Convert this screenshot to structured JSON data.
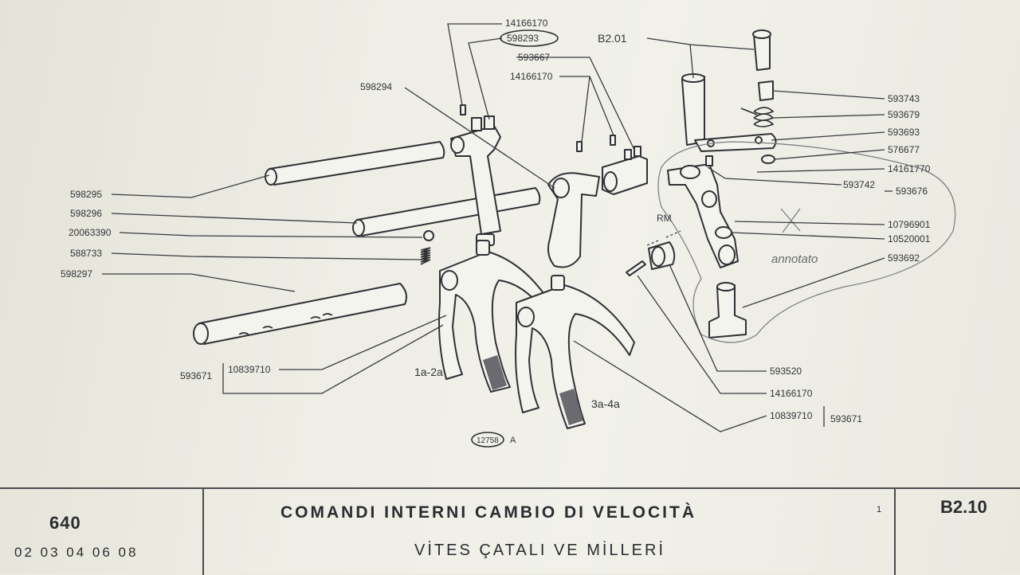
{
  "diagram": {
    "labels": {
      "top_14166170": "14166170",
      "top_598293": "598293",
      "top_593667": "593667",
      "top_14166170_b": "14166170",
      "top_598294": "598294",
      "b201": "B2.01",
      "r_593743": "593743",
      "r_593679": "593679",
      "r_593693": "593693",
      "r_576677": "576677",
      "r_14161770": "14161770",
      "r_593742": "593742",
      "r_593676": "593676",
      "r_10796901": "10796901",
      "r_10520001": "10520001",
      "r_593692": "593692",
      "rm": "RM",
      "l_598295": "598295",
      "l_598296": "598296",
      "l_20063390": "20063390",
      "l_588733": "588733",
      "l_598297": "598297",
      "l_593671": "593671",
      "l_10839710": "10839710",
      "fork_1a2a": "1a-2a",
      "fork_3a4a": "3a-4a",
      "b_593520": "593520",
      "b_14166170": "14166170",
      "b_10839710": "10839710",
      "b_593671": "593671",
      "drawing_no": "12758",
      "drawing_letter": "A",
      "pencil_note": "annotato"
    }
  },
  "title_block": {
    "model": "640",
    "variants": "02 03 04 06 08",
    "title": "COMANDI INTERNI CAMBIO DI VELOCITÀ",
    "subtitle": "VİTES ÇATALI VE MİLLERİ",
    "sheet": "1",
    "code": "B2.10"
  }
}
